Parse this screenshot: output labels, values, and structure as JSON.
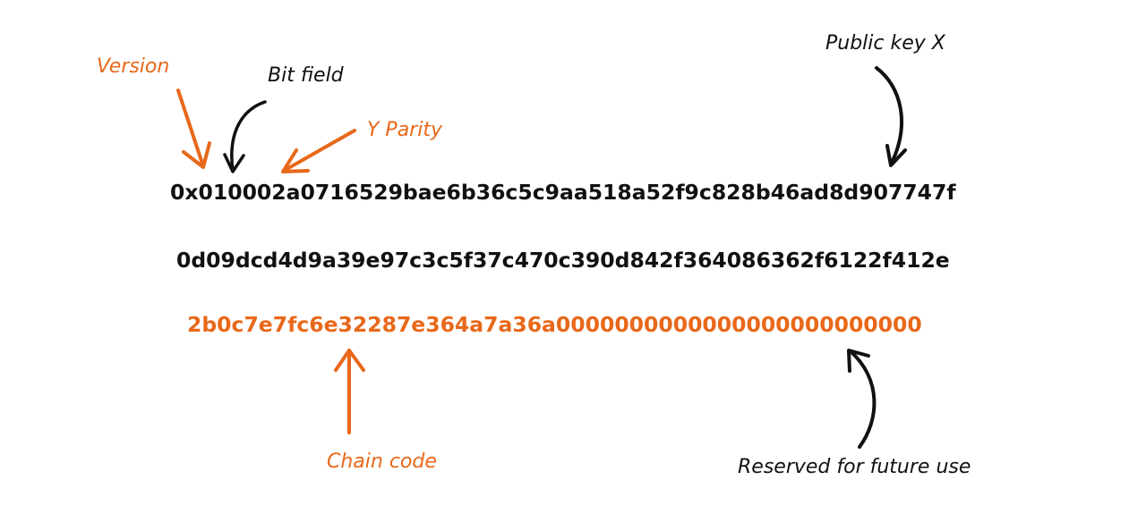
{
  "colors": {
    "accent": "#e8681a",
    "text": "#111111"
  },
  "labels": {
    "version": "Version",
    "bit_field": "Bit field",
    "y_parity": "Y Parity",
    "public_key_x": "Public key X",
    "chain_code": "Chain code",
    "reserved": "Reserved for future use"
  },
  "hex_lines": {
    "line1": "0x010002a0716529bae6b36c5c9aa518a52f9c828b46ad8d907747f",
    "line2": "0d09dcd4d9a39e97c3c5f37c470c390d842f364086362f6122f412e",
    "line3": "2b0c7e7fc6e32287e364a7a36a0000000000000000000000000"
  }
}
